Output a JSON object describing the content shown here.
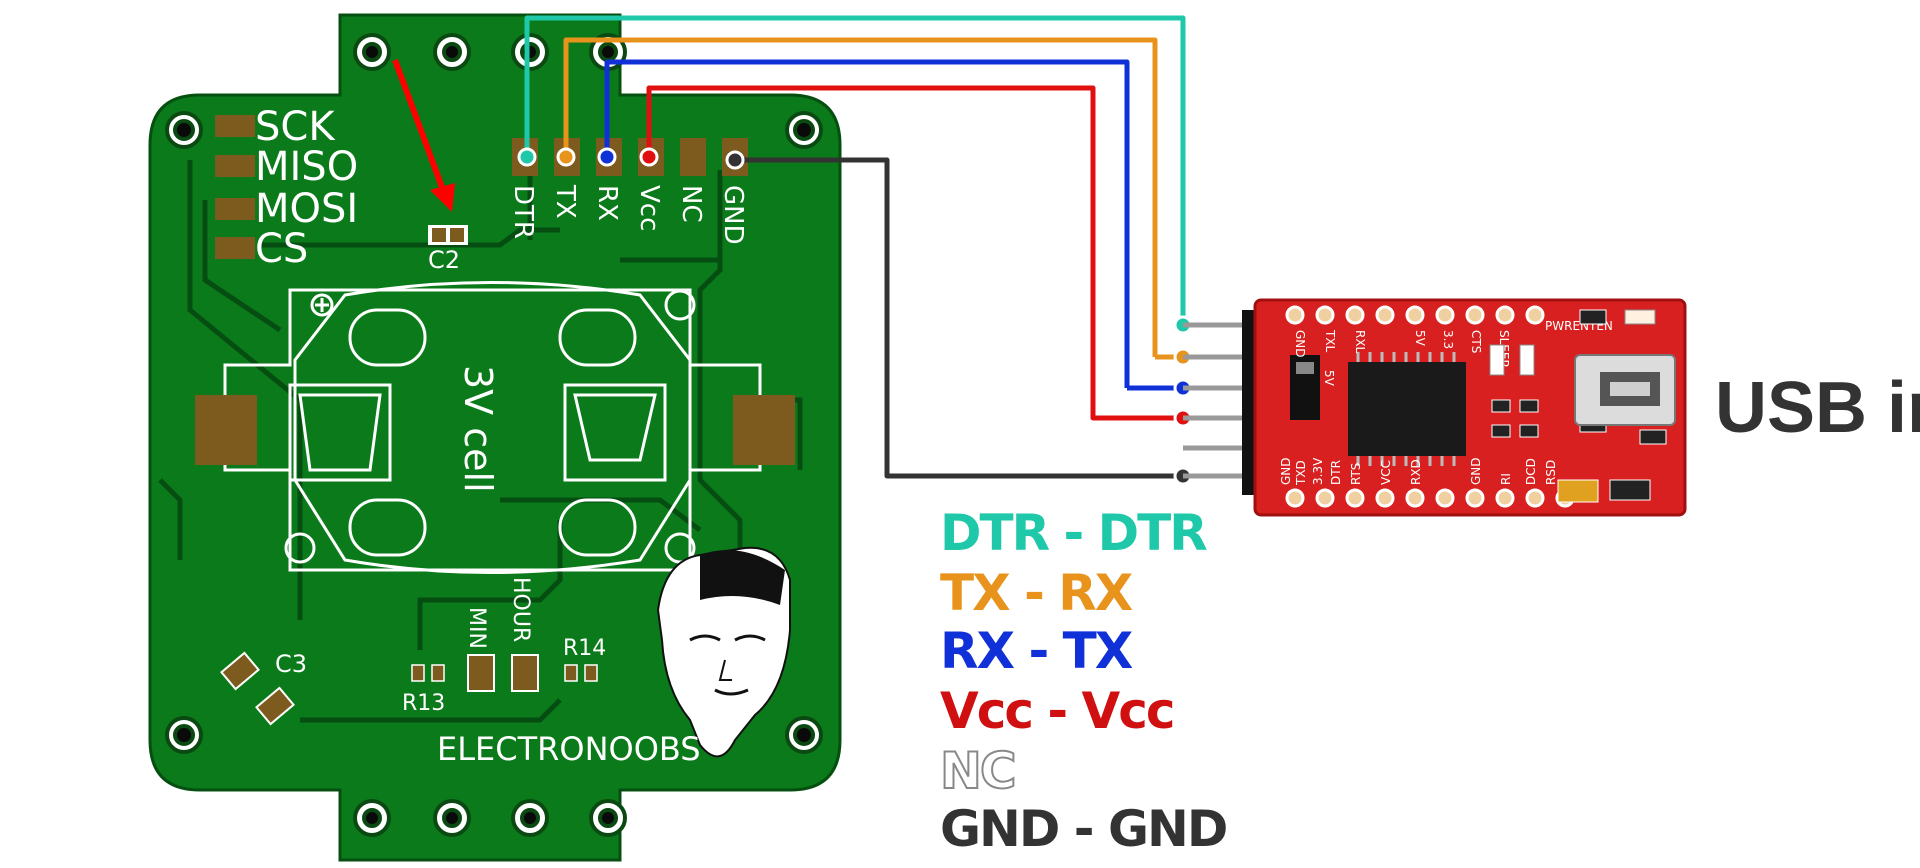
{
  "pcb": {
    "spi_labels": [
      "SCK",
      "MISO",
      "MOSI",
      "CS"
    ],
    "header_labels": [
      "DTR",
      "TX",
      "RX",
      "Vcc",
      "NC",
      "GND"
    ],
    "cap_c2": "C2",
    "cap_c3": "C3",
    "battery_text": "3V cell",
    "btn_min": "MIN",
    "btn_hour": "HOUR",
    "res_r13": "R13",
    "res_r14": "R14",
    "brand": "ELECTRONOOBS",
    "colors": {
      "board": "#0a7a1a",
      "pad": "#7d5a1e",
      "silk": "#ffffff"
    }
  },
  "ftdi": {
    "top_labels": [
      "3.3",
      "CTS",
      "SLEEP",
      "PWRENTEN",
      "GND",
      "TXL",
      "RXL",
      "5V"
    ],
    "bottom_labels": [
      "GND",
      "TXD",
      "3.3V",
      "DTR",
      "RTS",
      "VCC",
      "RXD",
      "GND",
      "RI",
      "DCD",
      "RSD"
    ],
    "jumper_label": "5V",
    "usb_label": "USB in",
    "colors": {
      "board": "#d82020",
      "chip": "#1a1a1a"
    }
  },
  "wires": [
    {
      "name": "DTR",
      "color": "#1ec8a8"
    },
    {
      "name": "TX",
      "color": "#e8941c"
    },
    {
      "name": "RX",
      "color": "#1030d8"
    },
    {
      "name": "Vcc",
      "color": "#e01010"
    },
    {
      "name": "GND",
      "color": "#333333"
    }
  ],
  "legend": [
    {
      "text": "DTR - DTR",
      "color": "#1ec8a8"
    },
    {
      "text": "TX - RX",
      "color": "#e8941c"
    },
    {
      "text": "RX - TX",
      "color": "#1030d8"
    },
    {
      "text": "Vcc - Vcc",
      "color": "#d01010"
    },
    {
      "text": "NC",
      "color": "#ffffff",
      "outline": "#888888"
    },
    {
      "text": "GND - GND",
      "color": "#333333"
    }
  ],
  "arrow_color": "#ff0000"
}
